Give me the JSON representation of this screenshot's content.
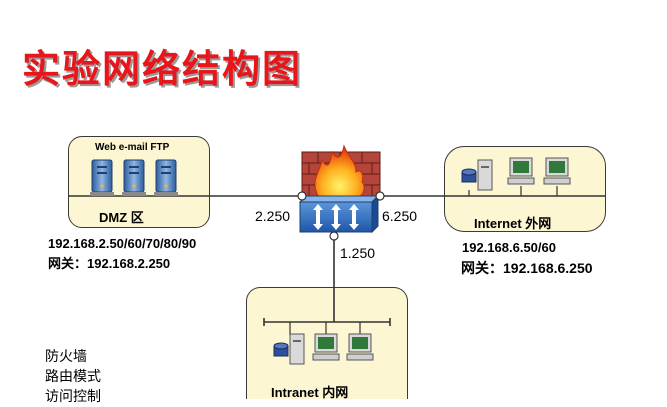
{
  "title": "实验网络结构图",
  "dmz": {
    "services": "Web e-mail FTP",
    "zone_label": "DMZ 区",
    "ip": "192.168.2.50/60/70/80/90",
    "gateway": "网关：192.168.2.250"
  },
  "internet": {
    "zone_label": "Internet 外网",
    "ip": "192.168.6.50/60",
    "gateway": "网关：192.168.6.250"
  },
  "intranet": {
    "zone_label": "Intranet 内网"
  },
  "firewall": {
    "port_left": "2.250",
    "port_right": "6.250",
    "port_bottom": "1.250"
  },
  "notes": [
    "防火墙",
    "路由模式",
    "访问控制"
  ],
  "colors": {
    "title": "#e8161b",
    "zone_fill": "#fcf6d2",
    "router": "#2f6fc0",
    "brick": "#b5443a"
  }
}
